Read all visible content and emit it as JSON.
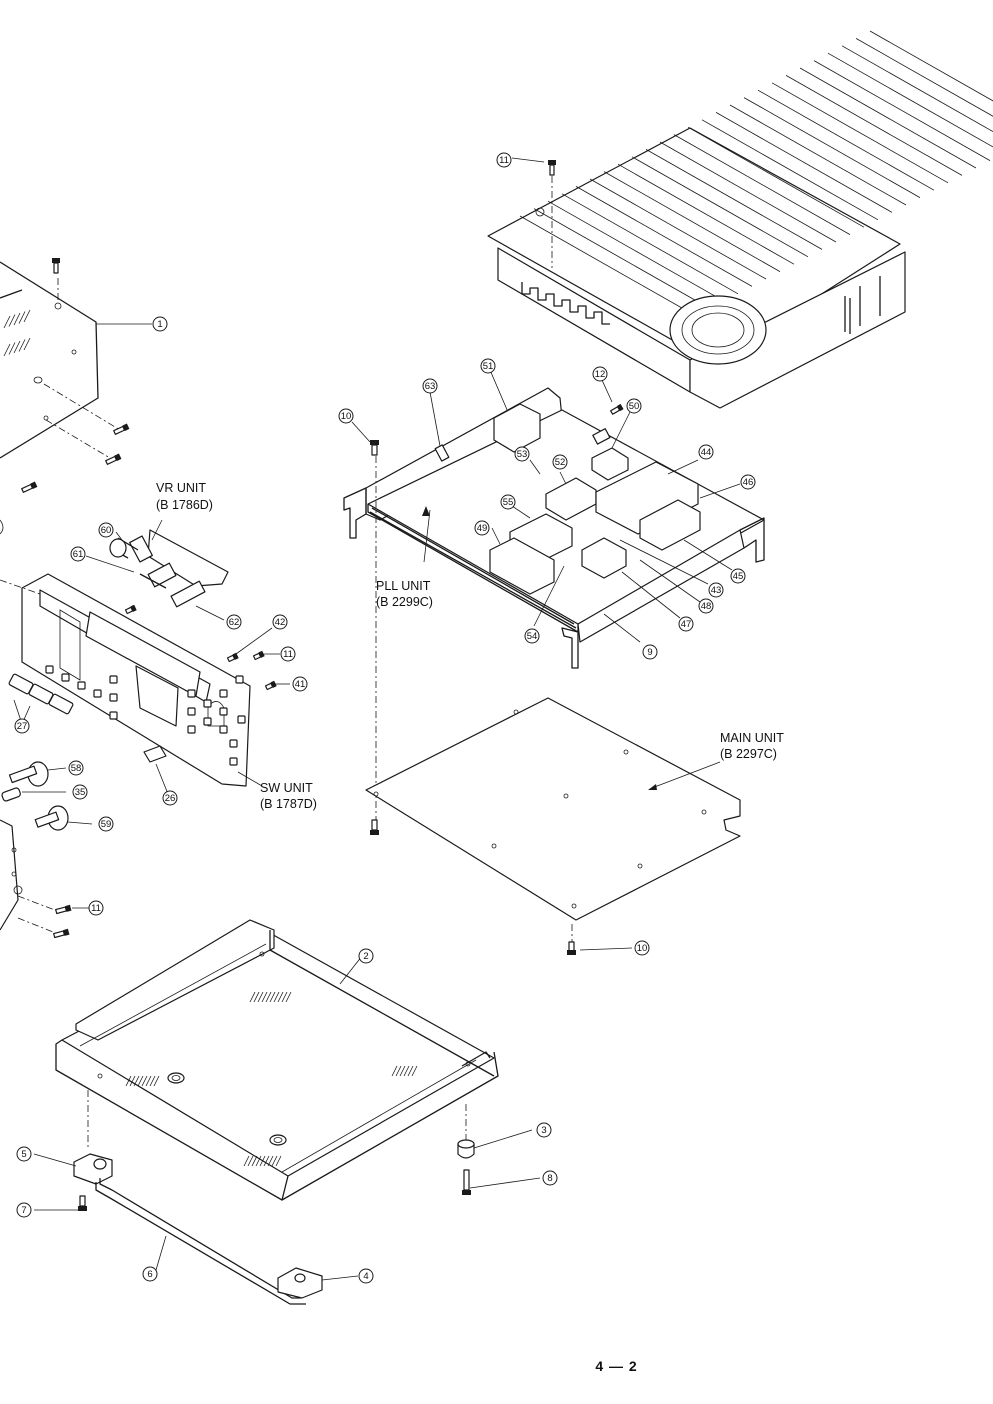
{
  "labels": {
    "vr_unit": "VR UNIT",
    "vr_code": "(B 1786D)",
    "pll_unit": "PLL UNIT",
    "pll_code": "(B 2299C)",
    "sw_unit": "SW UNIT",
    "sw_code": "(B 1787D)",
    "main_unit": "MAIN UNIT",
    "main_code": "(B 2297C)"
  },
  "callouts": {
    "c1": "1",
    "c2": "2",
    "c3": "3",
    "c4": "4",
    "c5": "5",
    "c6": "6",
    "c7": "7",
    "c8": "8",
    "c9": "9",
    "c10a": "10",
    "c10b": "10",
    "c11a": "11",
    "c11b": "11",
    "c11c": "11",
    "c12": "12",
    "c26": "26",
    "c27": "27",
    "c35": "35",
    "c41": "41",
    "c42": "42",
    "c43": "43",
    "c44": "44",
    "c45": "45",
    "c46": "46",
    "c47": "47",
    "c48": "48",
    "c49": "49",
    "c50": "50",
    "c51": "51",
    "c52": "52",
    "c53": "53",
    "c54": "54",
    "c55": "55",
    "c58": "58",
    "c59": "59",
    "c60": "60",
    "c61": "61",
    "c62": "62",
    "c63": "63"
  },
  "page_number": "4 — 2"
}
